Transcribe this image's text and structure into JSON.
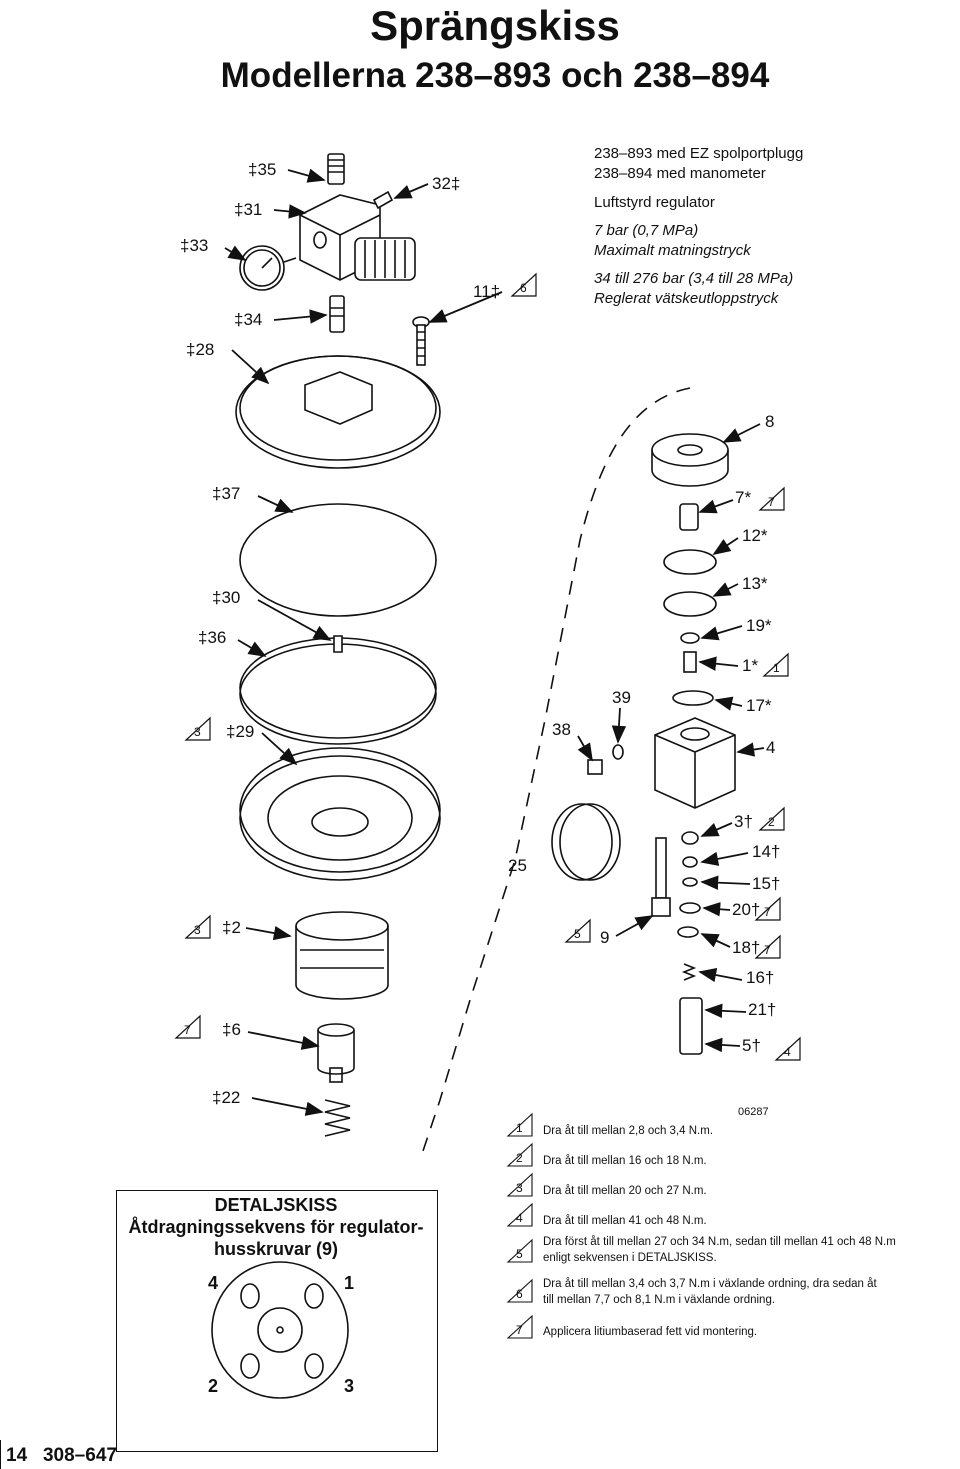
{
  "title": "Sprängskiss",
  "subtitle": "Modellerna 238–893 och 238–894",
  "specs": [
    "238–893 med EZ spolportplugg",
    "238–894 med manometer",
    "Luftstyrd regulator",
    "7 bar (0,7 MPa)",
    "Maximalt matningstryck",
    "34 till 276 bar (3,4 till 28 MPa)",
    "Reglerat vätskeutloppstryck"
  ],
  "part_labels": {
    "p35": "‡35",
    "p31": "‡31",
    "p33": "‡33",
    "p34": "‡34",
    "p28": "‡28",
    "p32": "32‡",
    "p11": "11‡",
    "p8": "8",
    "p37": "‡37",
    "p7s": "7*",
    "p12": "12*",
    "p30": "‡30",
    "p13": "13*",
    "p36": "‡36",
    "p19": "19*",
    "p1s": "1*",
    "p29": "‡29",
    "p39": "39",
    "p38": "38",
    "p17": "17*",
    "p4": "4",
    "p3t": "3†",
    "p25": "25",
    "p14": "14†",
    "p15": "15†",
    "p2": "‡2",
    "p20": "20†",
    "p9": "9",
    "p18": "18†",
    "p16": "16†",
    "p21": "21†",
    "p6": "‡6",
    "p5t": "5†",
    "p22": "‡22"
  },
  "triangles": {
    "t6": "6",
    "t7a": "7",
    "t1": "1",
    "t3a": "3",
    "t2": "2",
    "t3b": "3",
    "t7b": "7",
    "t5": "5",
    "t7c": "7",
    "t7d": "7",
    "t4": "4"
  },
  "figure_id": "06287",
  "notes": [
    {
      "num": "1",
      "text": "Dra åt till mellan 2,8 och 3,4 N.m."
    },
    {
      "num": "2",
      "text": "Dra åt till mellan 16 och 18 N.m."
    },
    {
      "num": "3",
      "text": "Dra åt till mellan 20 och 27 N.m."
    },
    {
      "num": "4",
      "text": "Dra åt till mellan 41 och 48 N.m."
    },
    {
      "num": "5",
      "text": "Dra först åt till mellan 27 och 34 N.m, sedan till mellan 41 och 48 N.m",
      "text2": "enligt sekvensen i DETALJSKISS."
    },
    {
      "num": "6",
      "text": "Dra åt till mellan 3,4 och 3,7 N.m i växlande ordning, dra sedan åt",
      "text2": "till mellan 7,7 och 8,1 N.m i växlande ordning."
    },
    {
      "num": "7",
      "text": "Applicera litiumbaserad fett vid montering."
    }
  ],
  "detail": {
    "title": "DETALJSKISS",
    "line1": "Åtdragningssekvens för regulator-",
    "line2": "husskruvar (9)",
    "n1": "1",
    "n2": "2",
    "n3": "3",
    "n4": "4"
  },
  "footer": {
    "page": "14",
    "doc": "308–647"
  }
}
